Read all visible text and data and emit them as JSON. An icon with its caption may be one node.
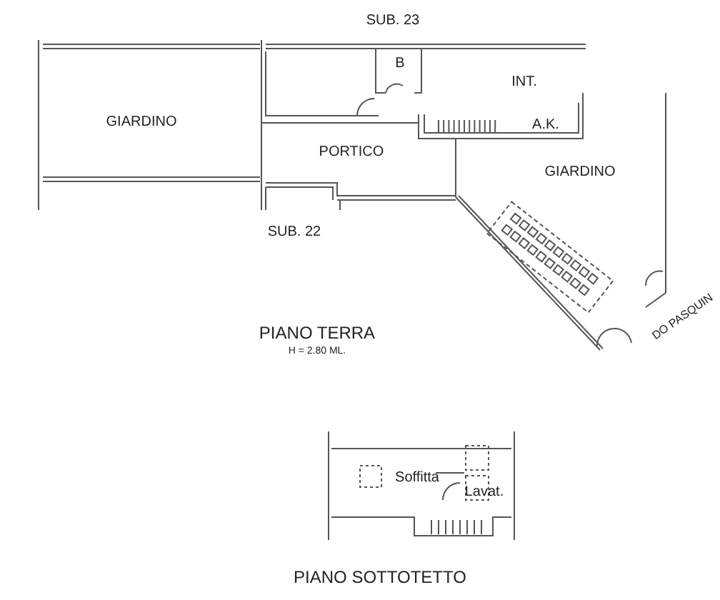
{
  "diagram": {
    "title": "PIANO TERRA",
    "labels": [
      "SUB. 23",
      "B",
      "INT.",
      "GIARDINO",
      "PORTICO",
      "A.K.",
      "GIARDINO",
      "SUB. 22",
      "DO PASQUIN",
      "H = 2.80 ML.",
      "Soffitta",
      "Lavat.",
      "PIANO SOTTOTETTO"
    ]
  }
}
